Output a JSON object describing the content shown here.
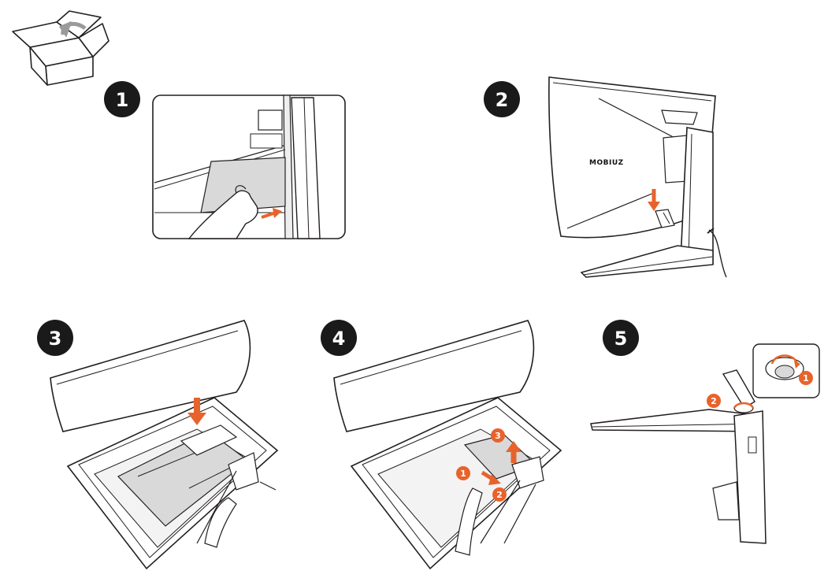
{
  "colors": {
    "badge": "#1a1a1a",
    "accent": "#e8632b",
    "line": "#231f20",
    "panel_fill": "#d9d9d9"
  },
  "icons": {
    "header": "unpack-box-icon"
  },
  "monitor": {
    "brand": "MOBIUZ"
  },
  "steps": [
    {
      "number": "1"
    },
    {
      "number": "2"
    },
    {
      "number": "3"
    },
    {
      "number": "4"
    },
    {
      "number": "5"
    }
  ],
  "sub_markers": {
    "step4": [
      "1",
      "2",
      "3"
    ],
    "step5": [
      "1",
      "2"
    ]
  }
}
